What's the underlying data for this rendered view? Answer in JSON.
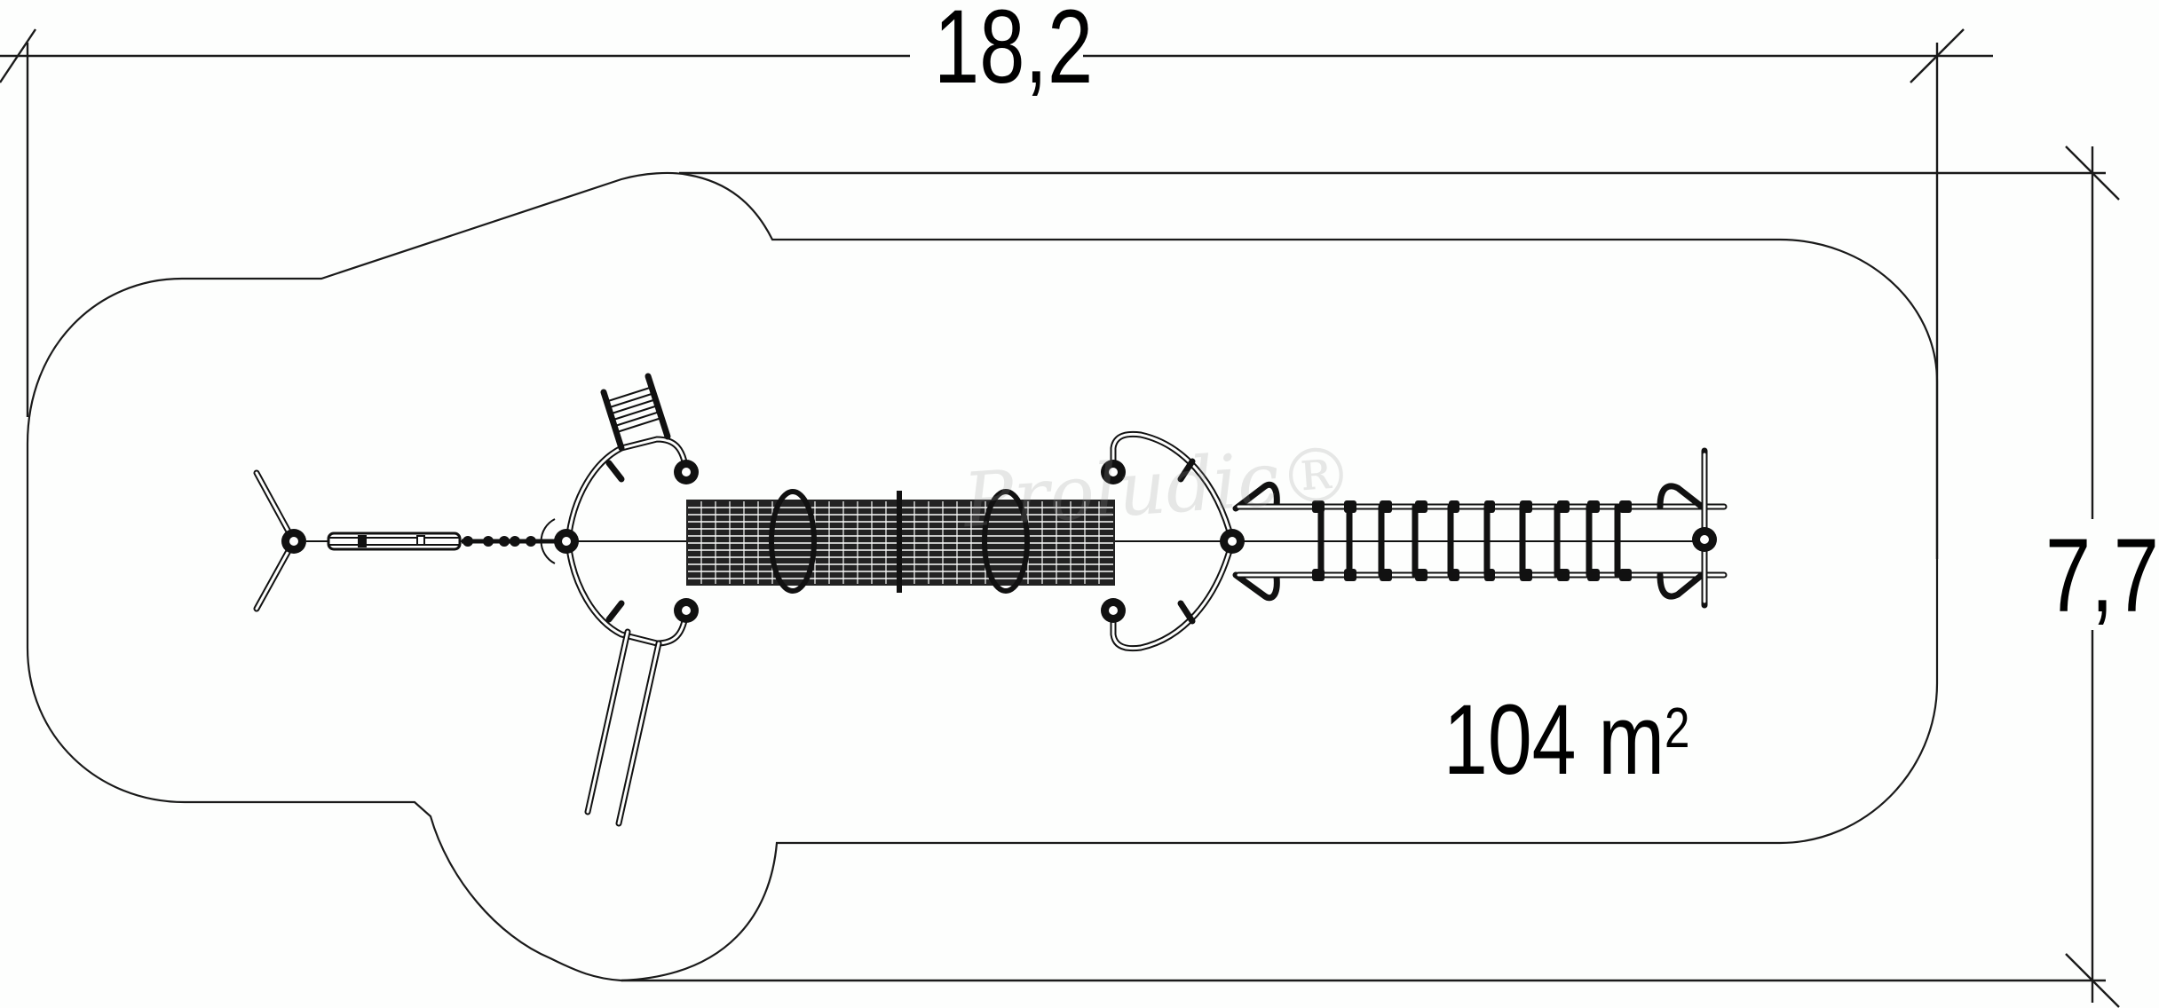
{
  "drawing": {
    "type": "playground-equipment-plan-view",
    "dimensions": {
      "length_label": "18,2",
      "width_label": "7,7",
      "unit_hint": "m"
    },
    "area": {
      "value": "104",
      "unit": "m",
      "superscript": "2"
    },
    "watermark": "Proludic®",
    "colors": {
      "line": "#1a1a1a",
      "background": "#fdfefd",
      "watermark": "#969696"
    },
    "components": [
      {
        "name": "tri-leg spinner post",
        "count": 1
      },
      {
        "name": "balance beam",
        "count": 1
      },
      {
        "name": "bead rope bridge",
        "count": 1
      },
      {
        "name": "left platform tower",
        "count": 1
      },
      {
        "name": "climbing ladder",
        "count": 1
      },
      {
        "name": "slide rails",
        "count": 2
      },
      {
        "name": "mesh crawl tunnel",
        "count": 1
      },
      {
        "name": "tunnel rings",
        "count": 2
      },
      {
        "name": "right platform tower",
        "count": 1
      },
      {
        "name": "horizontal ladder rungs",
        "count": 10
      },
      {
        "name": "end post",
        "count": 1
      }
    ]
  }
}
